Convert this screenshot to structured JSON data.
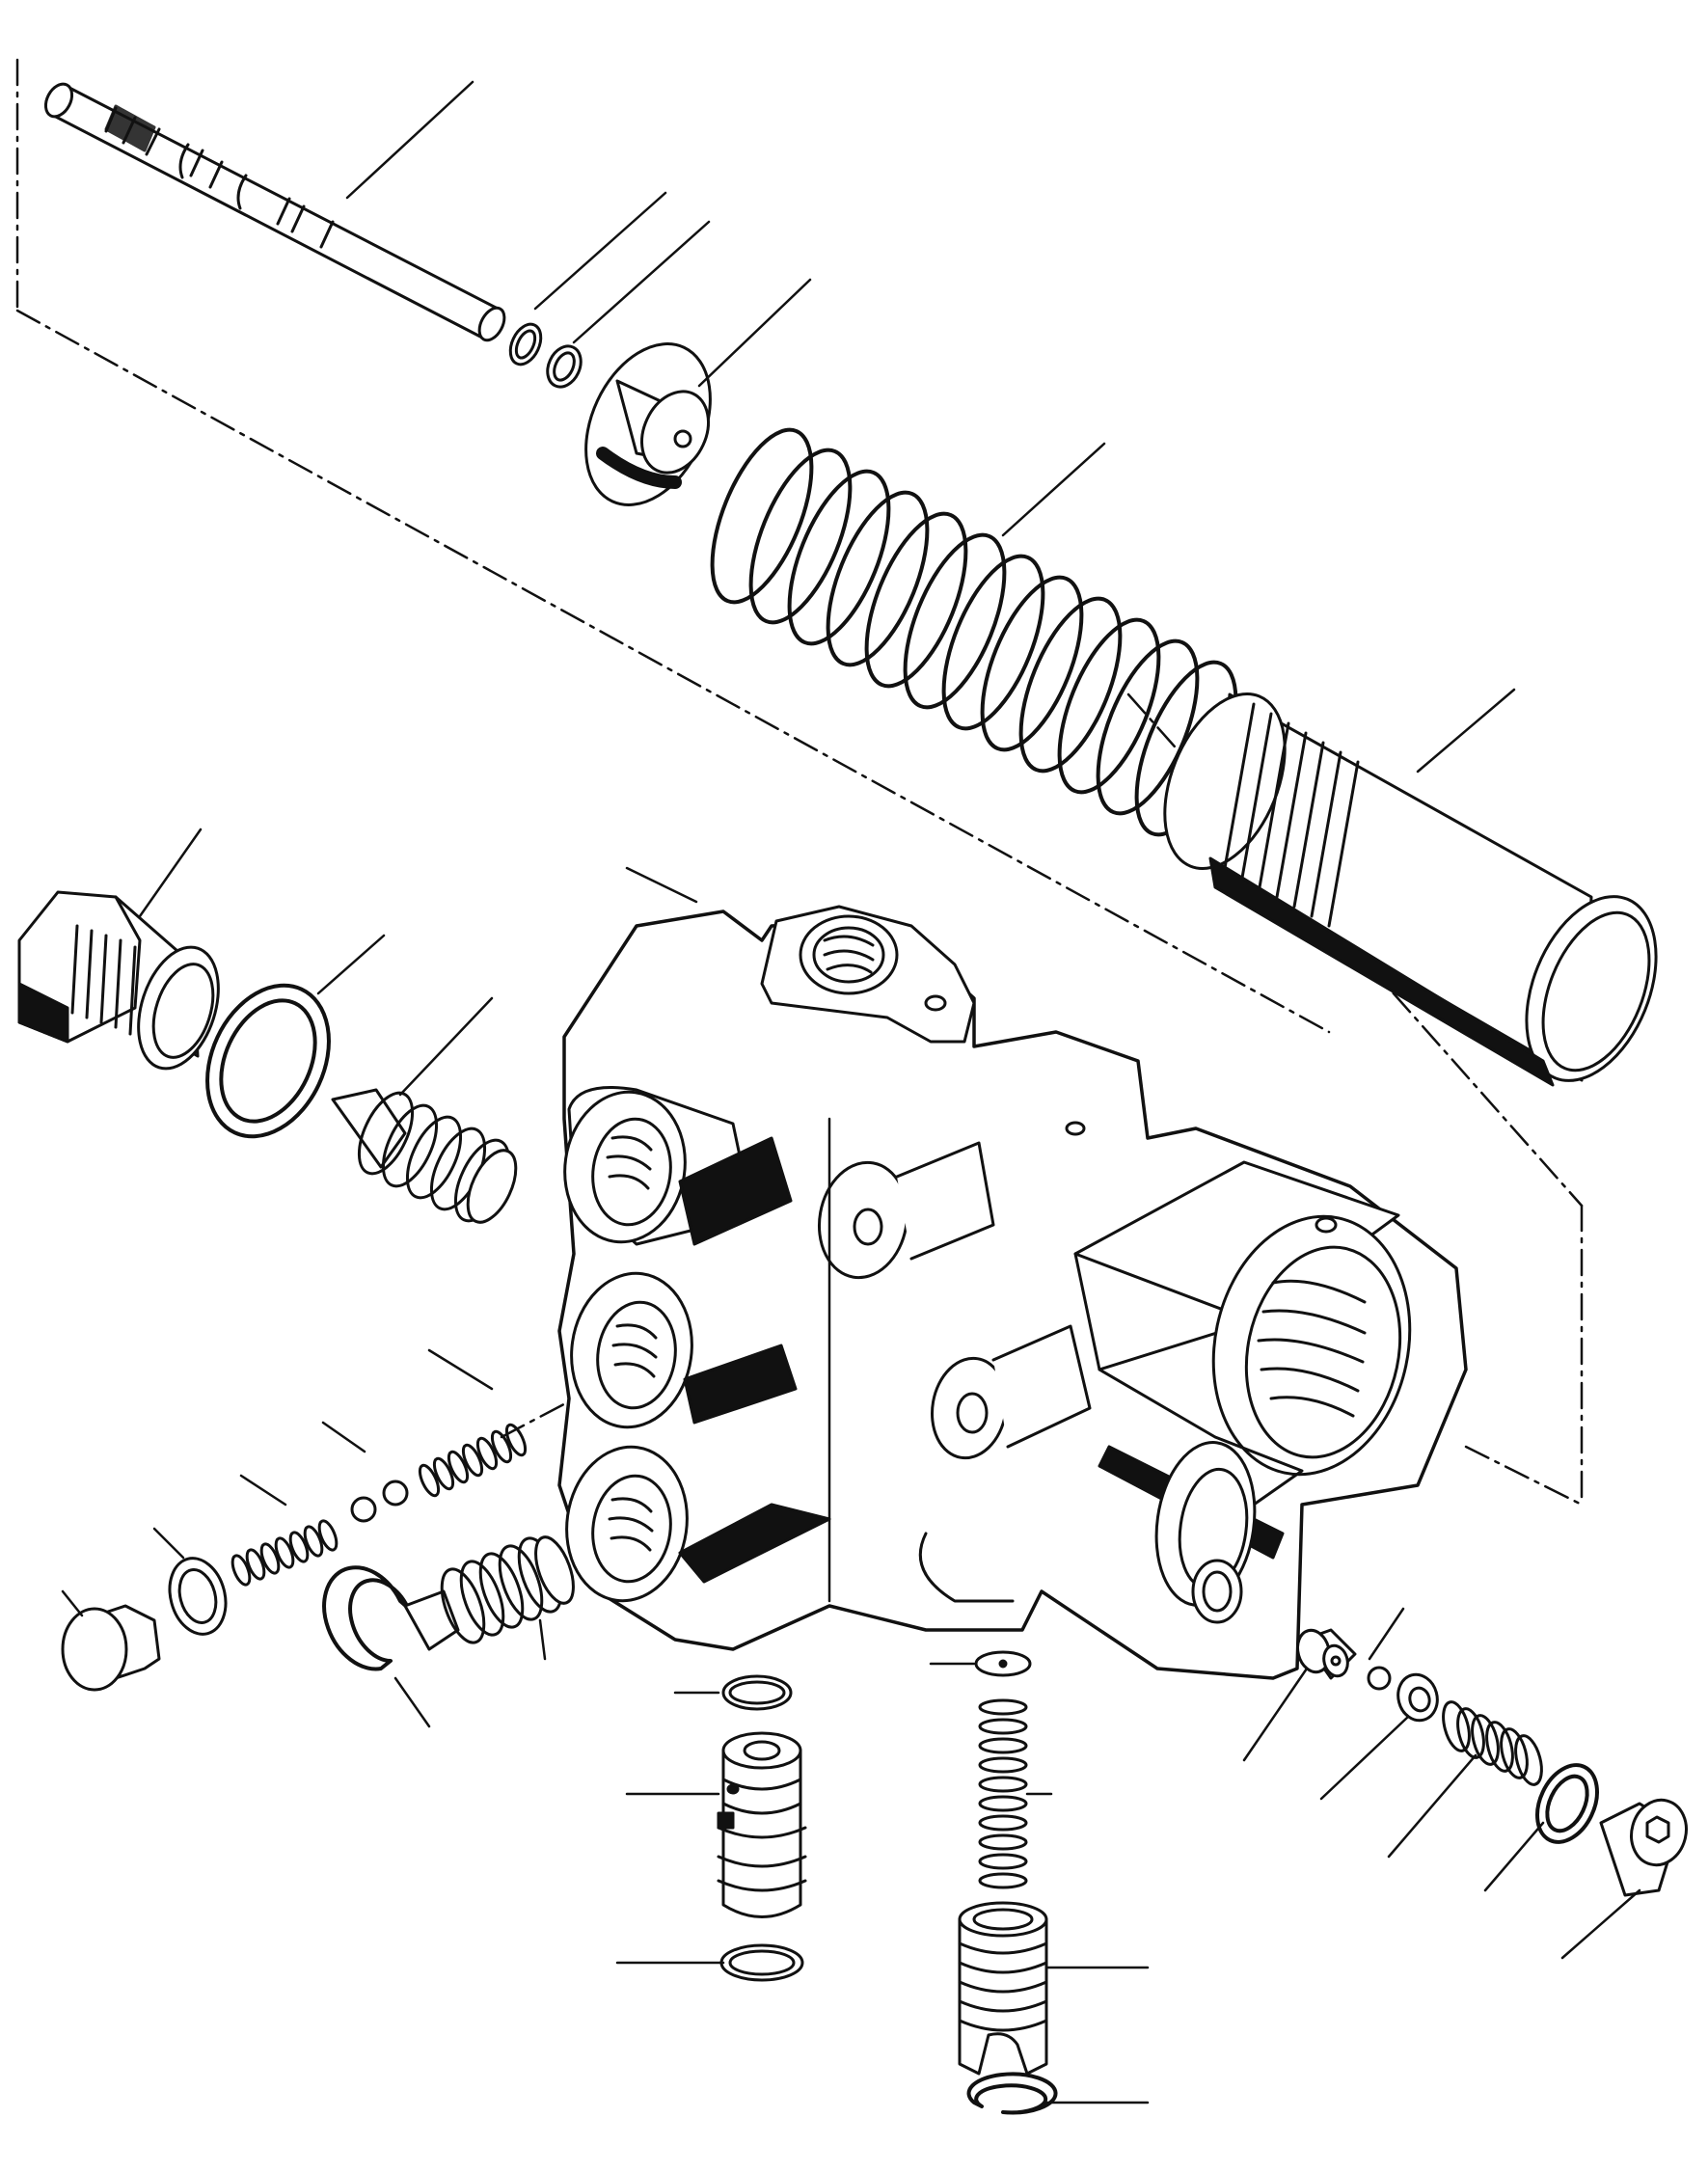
{
  "diagram": {
    "kind": "exploded-parts-illustration",
    "colors": {
      "ink": "#111111",
      "paper": "#ffffff"
    },
    "parts": [
      {
        "name": "valve-spool",
        "icon": "spool-icon"
      },
      {
        "name": "o-ring-small-1",
        "icon": "o-ring-icon"
      },
      {
        "name": "o-ring-small-2",
        "icon": "o-ring-icon"
      },
      {
        "name": "spring-seat",
        "icon": "seat-icon"
      },
      {
        "name": "large-spring",
        "icon": "spring-icon"
      },
      {
        "name": "threaded-cap",
        "icon": "cap-icon"
      },
      {
        "name": "hex-plug",
        "icon": "hex-plug-icon"
      },
      {
        "name": "sealing-washer",
        "icon": "washer-icon"
      },
      {
        "name": "poppet-spring",
        "icon": "poppet-icon"
      },
      {
        "name": "valve-body",
        "icon": "housing-icon"
      },
      {
        "name": "check-spring-upper",
        "icon": "spring-icon"
      },
      {
        "name": "check-ball-pair",
        "icon": "ball-icon"
      },
      {
        "name": "check-spring-lower",
        "icon": "spring-icon"
      },
      {
        "name": "washer-left",
        "icon": "washer-icon"
      },
      {
        "name": "plug-left",
        "icon": "plug-icon"
      },
      {
        "name": "snap-ring-left",
        "icon": "snap-ring-icon"
      },
      {
        "name": "poppet-spring-left",
        "icon": "poppet-icon"
      },
      {
        "name": "o-ring-top",
        "icon": "o-ring-icon"
      },
      {
        "name": "cartridge-sleeve",
        "icon": "sleeve-icon"
      },
      {
        "name": "o-ring-bottom",
        "icon": "o-ring-icon"
      },
      {
        "name": "disc",
        "icon": "disc-icon"
      },
      {
        "name": "long-spring",
        "icon": "spring-icon"
      },
      {
        "name": "piston",
        "icon": "piston-icon"
      },
      {
        "name": "snap-ring-bottom",
        "icon": "snap-ring-icon"
      },
      {
        "name": "seat-right",
        "icon": "seat-icon"
      },
      {
        "name": "ball-right",
        "icon": "ball-icon"
      },
      {
        "name": "retainer-right",
        "icon": "retainer-icon"
      },
      {
        "name": "spring-right",
        "icon": "spring-icon"
      },
      {
        "name": "washer-right",
        "icon": "washer-icon"
      },
      {
        "name": "plug-right",
        "icon": "plug-icon"
      }
    ]
  }
}
